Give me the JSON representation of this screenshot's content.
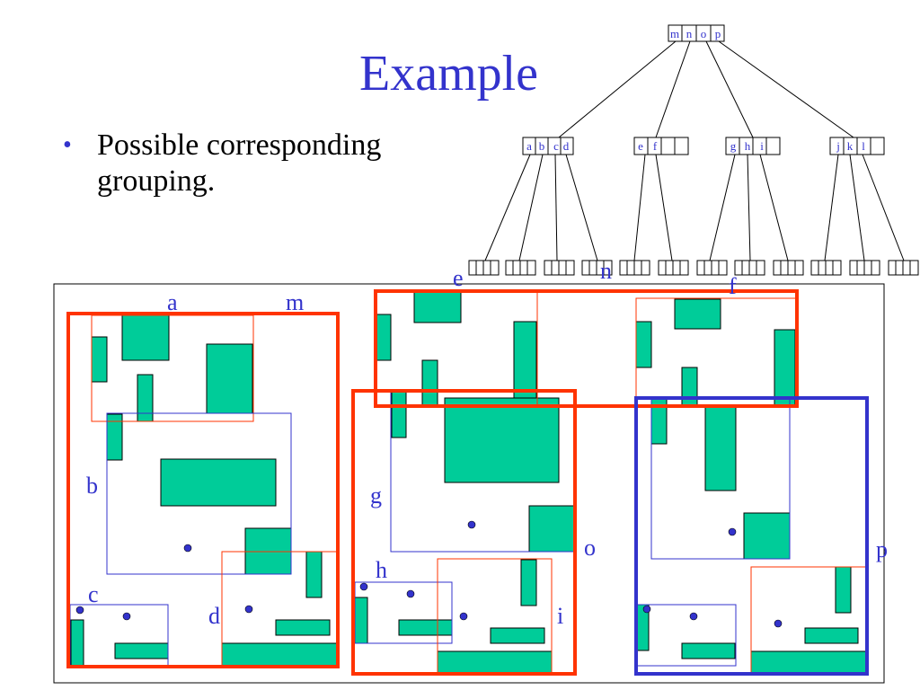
{
  "slide": {
    "title": "Example",
    "bullet": "Possible corresponding grouping."
  },
  "tree": {
    "root_entries": [
      "m",
      "n",
      "o",
      "p"
    ],
    "level1": [
      {
        "entries": [
          "a",
          "b",
          "c",
          "d"
        ]
      },
      {
        "entries": [
          "e",
          "f",
          "",
          ""
        ]
      },
      {
        "entries": [
          "g",
          "h",
          "i",
          ""
        ]
      },
      {
        "entries": [
          "j",
          "k",
          "l",
          ""
        ]
      }
    ]
  },
  "diagram_labels": {
    "a": "a",
    "b": "b",
    "c": "c",
    "d": "d",
    "e": "e",
    "f": "f",
    "g": "g",
    "h": "h",
    "i": "i",
    "m": "m",
    "n": "n",
    "o": "o",
    "p": "p"
  },
  "colors": {
    "accent_blue": "#3333cc",
    "group_red": "#ff3300",
    "group_blue": "#3333cc",
    "object_fill": "#00cc99"
  }
}
